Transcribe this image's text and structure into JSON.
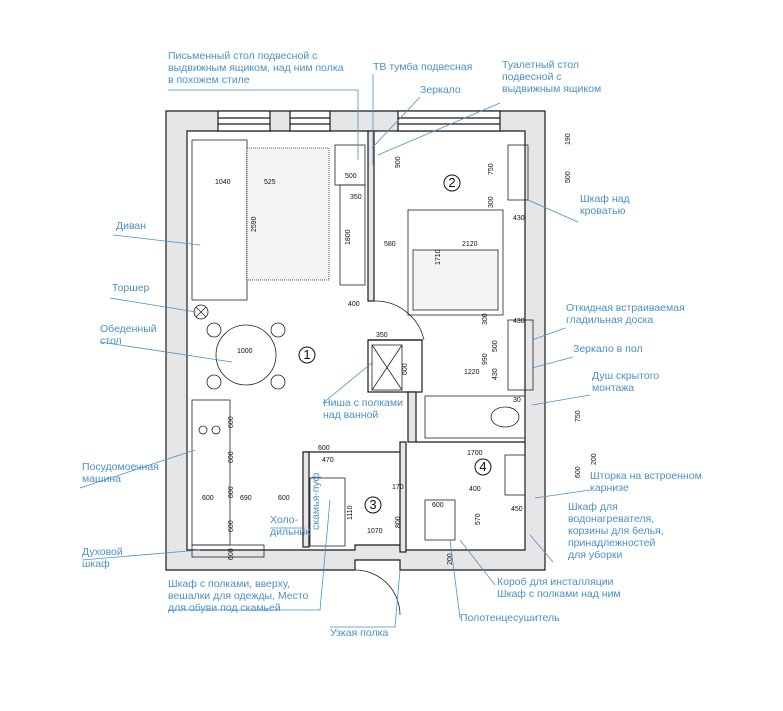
{
  "labels": {
    "desk": "Письменный стол подвесной с выдвижным ящиком, над ним полка в похожем стиле",
    "tv": "ТВ тумба подвесная",
    "mirror": "Зеркало",
    "vanity": "Туалетный стол подвесной с выдвижным ящиком",
    "bed_cabinet": "Шкаф над кроватью",
    "sofa": "Диван",
    "floor_lamp": "Торшер",
    "dining": "Обеденный стол",
    "ironing": "Откидная встраиваемая гладильная доска",
    "floor_mirror": "Зеркало в пол",
    "shower": "Душ скрытого монтажа",
    "niche": "Ниша с полками над ванной",
    "dishwasher": "Посудомоечная машина",
    "curtain": "Шторка на встроенном карнизе",
    "heater_cabinet": "Шкаф для водонагревателя, корзины для белья, принадлежностей для уборки",
    "fridge": "Холо-дильник",
    "bench": "скамья-пуф",
    "oven": "Духовой шкаф",
    "wardrobe": "Шкаф с полками, вверху, вешалки для одежды, Место для обуви под скамьей",
    "install_box": "Короб для инсталляции Шкаф с полками над ним",
    "towel": "Полотенцесушитель",
    "shelf": "Узкая полка"
  },
  "rooms": [
    "1",
    "2",
    "3",
    "4"
  ],
  "dimensions": {
    "d1040": "1040",
    "d525": "525",
    "d2590": "2590",
    "d500a": "500",
    "d900": "900",
    "d190": "190",
    "d750": "750",
    "d300a": "300",
    "d500b": "500",
    "d430a": "430",
    "d350a": "350",
    "d1800": "1800",
    "d580": "580",
    "d2120": "2120",
    "d1710": "1710",
    "d400a": "400",
    "d350b": "350",
    "d600a": "600",
    "d990": "990",
    "d300b": "300",
    "d500c": "500",
    "d430b": "430",
    "d1220": "1220",
    "d430c": "430",
    "d1000": "1000",
    "d30": "30",
    "d750b": "750",
    "d200a": "200",
    "d600b": "600",
    "d1700": "1700",
    "d600c": "600",
    "d470": "470",
    "d600d": "600",
    "d600e": "600",
    "d800a": "800",
    "d600f": "600",
    "d690": "690",
    "d600g": "600",
    "d170": "170",
    "d400b": "400",
    "d600h": "600",
    "d570": "570",
    "d450": "450",
    "d1110": "1110",
    "d1070": "1070",
    "d800b": "800",
    "d200b": "200",
    "d600i": "600",
    "d600j": "600"
  },
  "colors": {
    "wall": "#1a1a1a",
    "wall_fill": "#e6e6e6",
    "leader": "#4a90c8",
    "label": "#4a90c8"
  }
}
